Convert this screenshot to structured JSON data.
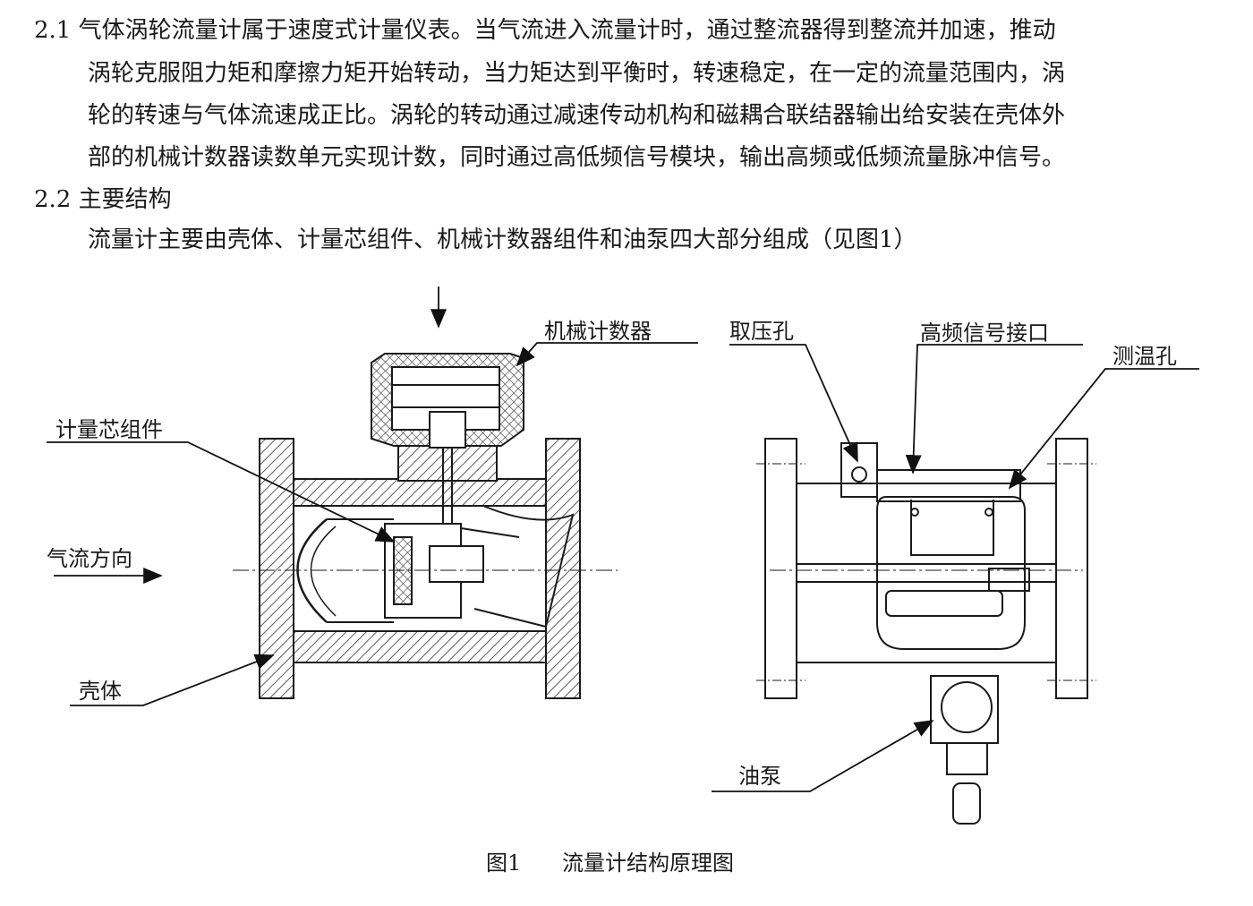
{
  "section_2_1": {
    "number": "2.1",
    "line1": "2.1 气体涡轮流量计属于速度式计量仪表。当气流进入流量计时，通过整流器得到整流并加速，推动",
    "line2": "涡轮克服阻力矩和摩擦力矩开始转动，当力矩达到平衡时，转速稳定，在一定的流量范围内，涡",
    "line3": "轮的转速与气体流速成正比。涡轮的转动通过减速传动机构和磁耦合联结器输出给安装在壳体外",
    "line4": "部的机械计数器读数单元实现计数，同时通过高低频信号模块，输出高频或低频流量脉冲信号。"
  },
  "section_2_2": {
    "heading": "2.2 主要结构",
    "body": "流量计主要由壳体、计量芯组件、机械计数器组件和油泵四大部分组成（见图1）"
  },
  "figure": {
    "labels": {
      "mechanical_counter": "机械计数器",
      "metering_core": "计量芯组件",
      "flow_direction": "气流方向",
      "housing": "壳体",
      "pressure_tap": "取压孔",
      "hf_interface": "高频信号接口",
      "temp_hole": "测温孔",
      "oil_pump": "油泵"
    },
    "caption_number": "图1",
    "caption_title": "流量计结构原理图"
  }
}
